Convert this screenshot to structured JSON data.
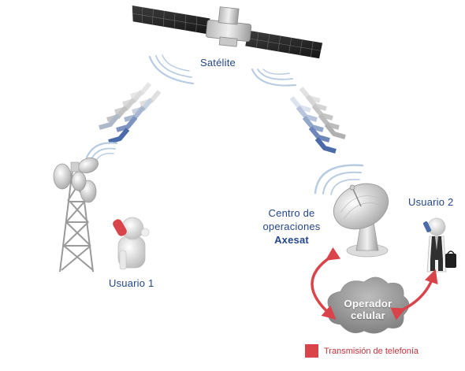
{
  "labels": {
    "satellite": "Satélite",
    "user1": "Usuario 1",
    "user2": "Usuario 2",
    "ops_line1": "Centro de",
    "ops_line2": "operaciones",
    "ops_line3": "Axesat",
    "cloud_line1": "Operador",
    "cloud_line2": "celular"
  },
  "legend": {
    "label": "Transmisión de telefonía",
    "color": "#d9444b"
  },
  "colors": {
    "text": "#24478a",
    "arrow_red": "#d9444b",
    "cloud": "#9a9a9a",
    "signal_blue": "#4a6aa8"
  },
  "icons": [
    "satellite-icon",
    "cell-tower-icon",
    "dish-antenna-icon",
    "user1-icon",
    "user2-icon",
    "cloud-icon",
    "signal-waves-icon",
    "chevron-arrow-icon"
  ]
}
